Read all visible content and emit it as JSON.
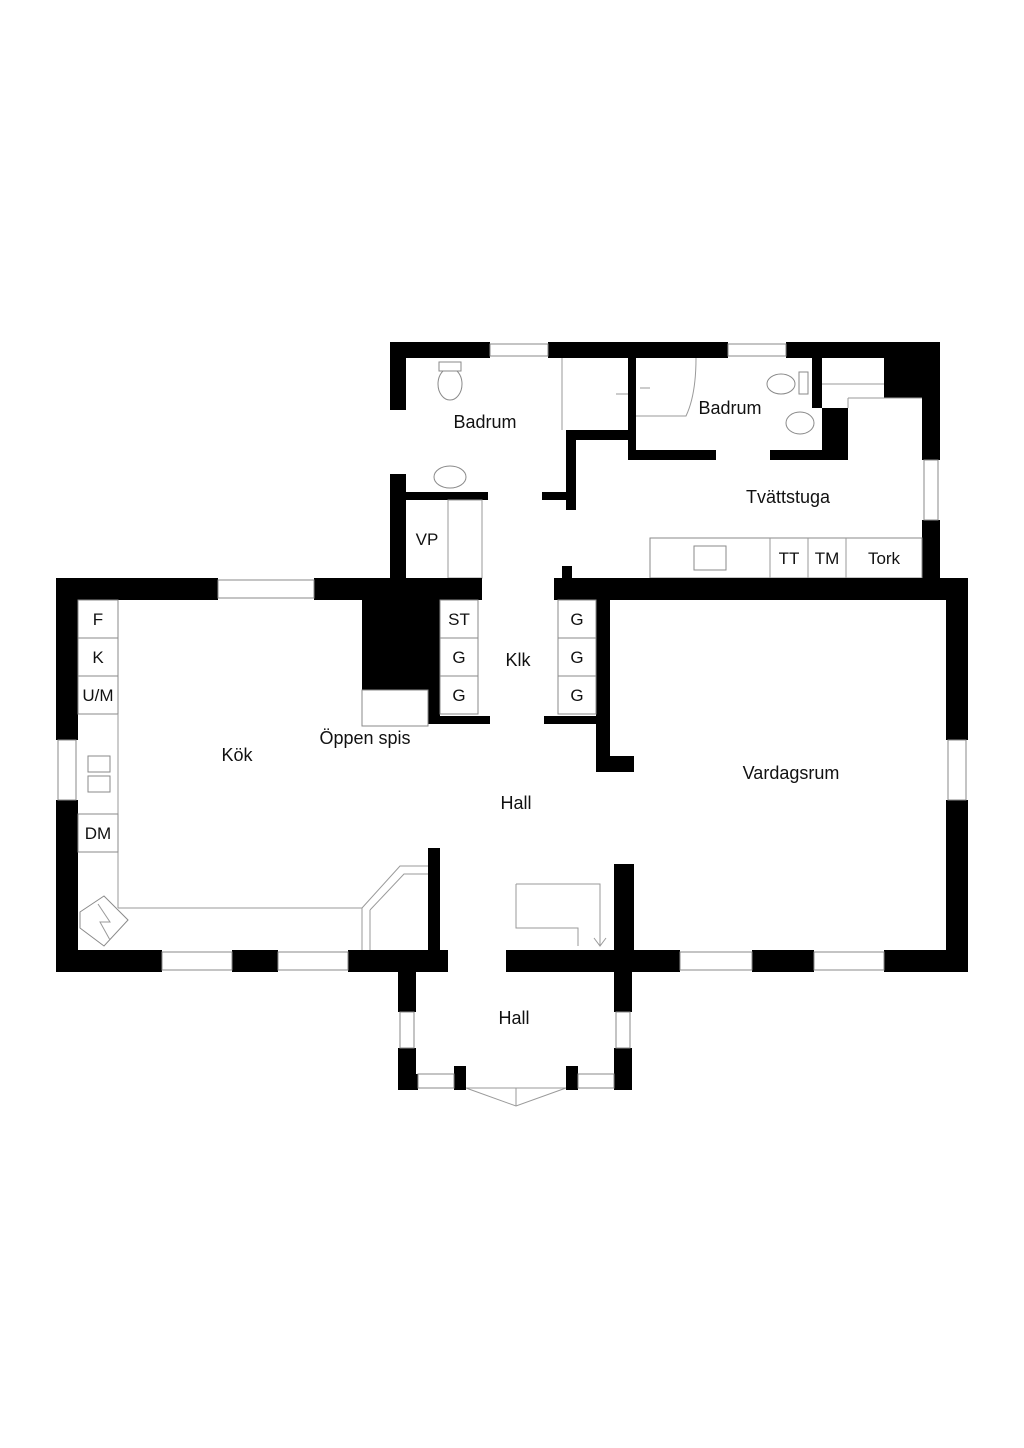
{
  "rooms": {
    "badrum_1": "Badrum",
    "badrum_2": "Badrum",
    "tvattstuga": "Tvättstuga",
    "vp": "VP",
    "tt": "TT",
    "tm": "TM",
    "tork": "Tork",
    "kok": "Kök",
    "oppen_spis": "Öppen spis",
    "klk": "Klk",
    "hall_main": "Hall",
    "hall_entry": "Hall",
    "vardagsrum": "Vardagsrum"
  },
  "kitchen_units": {
    "f": "F",
    "k": "K",
    "um": "U/M",
    "dm": "DM"
  },
  "wardrobes": {
    "st": "ST",
    "g_left_1": "G",
    "g_left_2": "G",
    "g_right_1": "G",
    "g_right_2": "G",
    "g_right_3": "G"
  }
}
